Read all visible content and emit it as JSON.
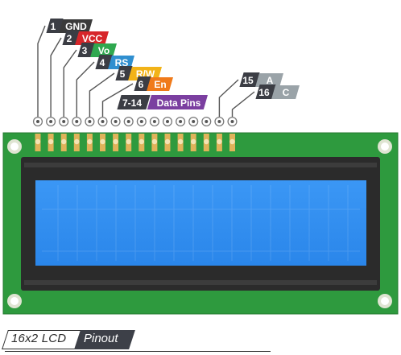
{
  "pins_left": [
    {
      "number": "1",
      "label": "GND",
      "color": "#3a3a3a"
    },
    {
      "number": "2",
      "label": "VCC",
      "color": "#d7262a"
    },
    {
      "number": "3",
      "label": "Vo",
      "color": "#2fa84f"
    },
    {
      "number": "4",
      "label": "RS",
      "color": "#2f8fd0"
    },
    {
      "number": "5",
      "label": "R/W",
      "color": "#f2b318"
    },
    {
      "number": "6",
      "label": "En",
      "color": "#f07a1a"
    }
  ],
  "pins_data": {
    "number": "7-14",
    "label": "Data Pins",
    "color": "#7b3fa0"
  },
  "pins_right": [
    {
      "number": "15",
      "label": "A",
      "color": "#9aa3a8"
    },
    {
      "number": "16",
      "label": "C",
      "color": "#9aa3a8"
    }
  ],
  "colors": {
    "number_box": "#3b3d44",
    "pcb": "#2e9a3e",
    "bezel": "#2a2a2a",
    "screen": "#2f8ef0",
    "pin_gold": "#e0b35a"
  },
  "caption": {
    "left": "16x2 LCD",
    "right": "Pinout"
  }
}
